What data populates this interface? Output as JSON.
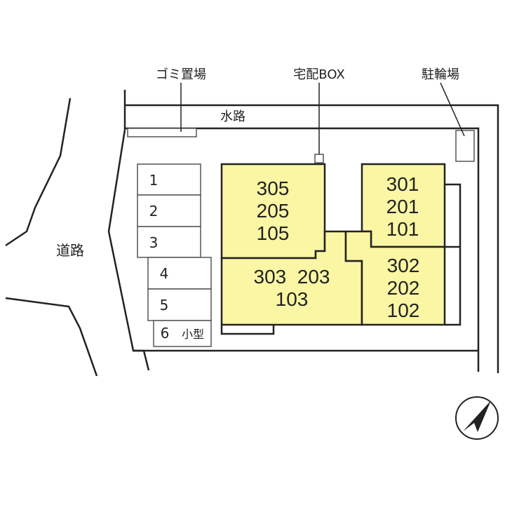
{
  "labels": {
    "garbage": "ゴミ置場",
    "delivery_box": "宅配BOX",
    "bicycle": "駐輪場",
    "waterway": "水路",
    "road": "道路"
  },
  "parking": [
    "1",
    "2",
    "3",
    "4",
    "5",
    "6"
  ],
  "parking_small": "小型",
  "units": {
    "west_lines": [
      "305",
      "205",
      "105"
    ],
    "southwest_line1": "303  203",
    "southwest_line2": "103",
    "northeast_lines": [
      "301",
      "201",
      "101"
    ],
    "southeast_lines": [
      "302",
      "202",
      "102"
    ]
  },
  "colors": {
    "building_fill": "#fbf6a4",
    "line": "#222222"
  }
}
